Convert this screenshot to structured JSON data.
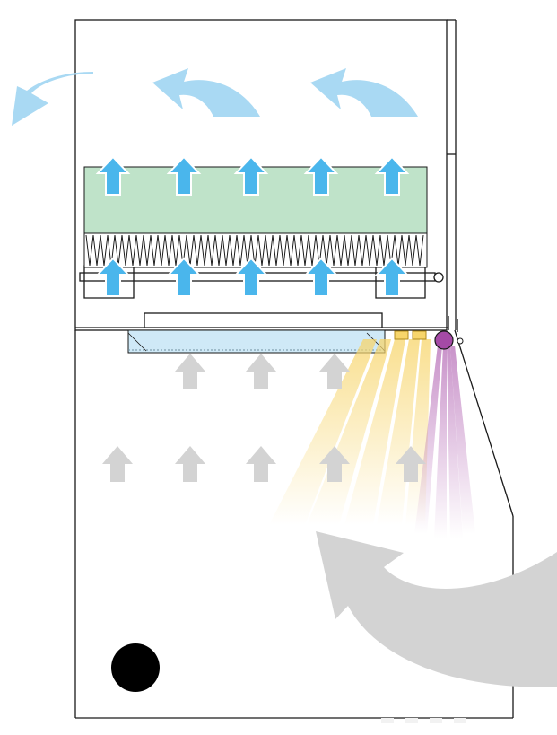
{
  "diagram": {
    "colors": {
      "outline": "#1a1a1a",
      "filter_green": "#bfe3c9",
      "airflow_blue": "#4ab6ec",
      "airflow_blue_light": "#a9d9f3",
      "light_tube": "#cfe9f7",
      "room_air_gray": "#d3d3d3",
      "lamp_yellow": "#f7d56b",
      "uv_lamp_purple": "#a54aa6",
      "fan_black": "#000000"
    },
    "components": [
      {
        "id": "cabinet-body",
        "icon": "cabinet-outline"
      },
      {
        "id": "hepa-filter",
        "icon": "filter-block"
      },
      {
        "id": "filter-pleats",
        "icon": "zigzag-pleats"
      },
      {
        "id": "fluorescent-light-tube",
        "icon": "light-tube"
      },
      {
        "id": "led-lamps",
        "icon": "small-lamp",
        "count": 2
      },
      {
        "id": "uv-lamp",
        "icon": "uv-lamp-circle"
      },
      {
        "id": "blower-fan",
        "icon": "black-circle"
      }
    ],
    "airflow": {
      "filtered_up_arrows_count": 10,
      "room_air_up_arrows_count": 8,
      "exhaust_curved_arrows_count": 3,
      "intake_curved_arrows_count": 1
    }
  }
}
